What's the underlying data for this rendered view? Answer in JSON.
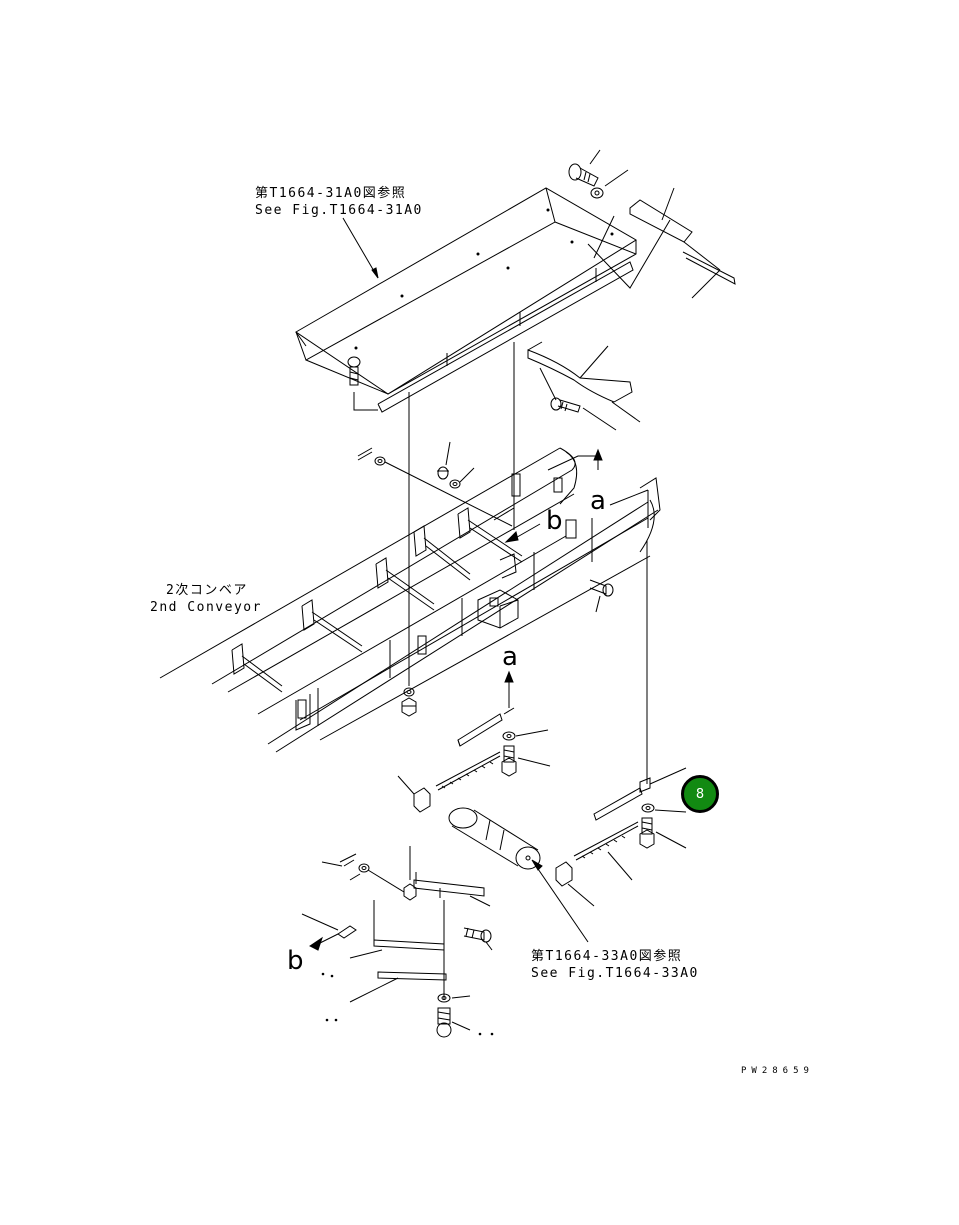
{
  "references": {
    "top_jp": "第T1664-31A0図参照",
    "top_en": "See Fig.T1664-31A0",
    "bottom_jp": "第T1664-33A0図参照",
    "bottom_en": "See Fig.T1664-33A0"
  },
  "conveyor": {
    "label_jp": "2次コンベア",
    "label_en": "2nd Conveyor"
  },
  "view_markers": {
    "a_upper": "a",
    "a_lower": "a",
    "b_upper": "b",
    "b_lower": "b"
  },
  "callout_badge": {
    "number": "8",
    "color": "#128a12"
  },
  "drawing_code": "PW28659"
}
